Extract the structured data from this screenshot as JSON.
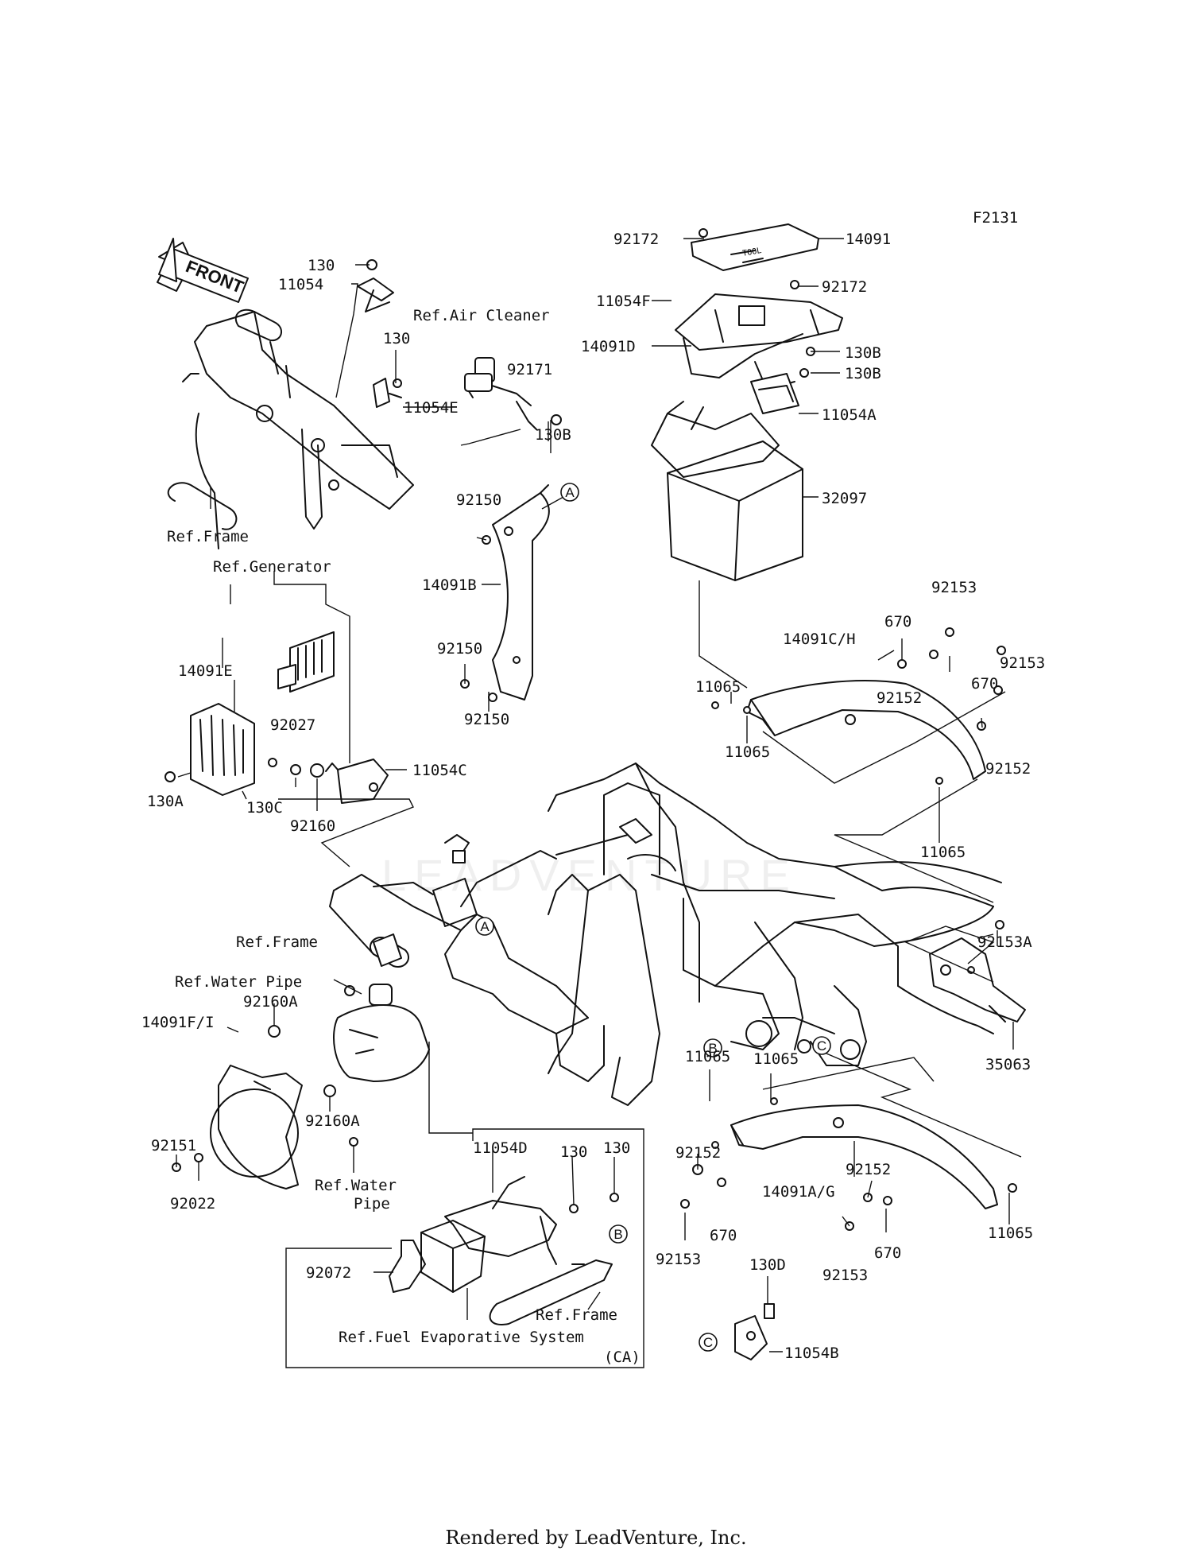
{
  "diagram_code": "F2131",
  "footer": "Rendered by LeadVenture, Inc.",
  "watermark": "LEADVENTURE",
  "front_label": "FRONT",
  "labels": [
    {
      "id": "l1",
      "text": "130"
    },
    {
      "id": "l2",
      "text": "11054"
    },
    {
      "id": "l3",
      "text": "130"
    },
    {
      "id": "l4",
      "text": "11054E"
    },
    {
      "id": "l5",
      "text": "Ref.Air Cleaner"
    },
    {
      "id": "l6",
      "text": "92171"
    },
    {
      "id": "l7",
      "text": "130B"
    },
    {
      "id": "l8",
      "text": "Ref.Frame"
    },
    {
      "id": "l9",
      "text": "92172"
    },
    {
      "id": "l10",
      "text": "14091"
    },
    {
      "id": "l11",
      "text": "11054F"
    },
    {
      "id": "l12",
      "text": "92172"
    },
    {
      "id": "l13",
      "text": "14091D"
    },
    {
      "id": "l14",
      "text": "130B"
    },
    {
      "id": "l15",
      "text": "130B"
    },
    {
      "id": "l16",
      "text": "11054A"
    },
    {
      "id": "l17",
      "text": "32097"
    },
    {
      "id": "l18",
      "text": "92150"
    },
    {
      "id": "l19",
      "text": "14091B"
    },
    {
      "id": "l20",
      "text": "92150"
    },
    {
      "id": "l21",
      "text": "92150"
    },
    {
      "id": "l22",
      "text": "Ref.Generator"
    },
    {
      "id": "l23",
      "text": "14091E"
    },
    {
      "id": "l24",
      "text": "92027"
    },
    {
      "id": "l25",
      "text": "11054C"
    },
    {
      "id": "l26",
      "text": "130A"
    },
    {
      "id": "l27",
      "text": "130C"
    },
    {
      "id": "l28",
      "text": "92160"
    },
    {
      "id": "l29",
      "text": "92153"
    },
    {
      "id": "l30",
      "text": "14091C/H"
    },
    {
      "id": "l31",
      "text": "670"
    },
    {
      "id": "l32",
      "text": "92153"
    },
    {
      "id": "l33",
      "text": "11065"
    },
    {
      "id": "l34",
      "text": "92152"
    },
    {
      "id": "l35",
      "text": "670"
    },
    {
      "id": "l36",
      "text": "11065"
    },
    {
      "id": "l37",
      "text": "92152"
    },
    {
      "id": "l38",
      "text": "11065"
    },
    {
      "id": "l39",
      "text": "Ref.Frame"
    },
    {
      "id": "l40",
      "text": "92153A"
    },
    {
      "id": "l41",
      "text": "Ref.Water Pipe"
    },
    {
      "id": "l42",
      "text": "92160A"
    },
    {
      "id": "l43",
      "text": "14091F/I"
    },
    {
      "id": "l44",
      "text": "35063"
    },
    {
      "id": "l45",
      "text": "11065"
    },
    {
      "id": "l46",
      "text": "11065"
    },
    {
      "id": "l47",
      "text": "92151"
    },
    {
      "id": "l48",
      "text": "92160A"
    },
    {
      "id": "l49",
      "text": "92022"
    },
    {
      "id": "l50",
      "text": "Ref.Water"
    },
    {
      "id": "l51",
      "text": "Pipe"
    },
    {
      "id": "l52",
      "text": "11054D"
    },
    {
      "id": "l53",
      "text": "130"
    },
    {
      "id": "l54",
      "text": "130"
    },
    {
      "id": "l55",
      "text": "92152"
    },
    {
      "id": "l56",
      "text": "14091A/G"
    },
    {
      "id": "l57",
      "text": "92152"
    },
    {
      "id": "l58",
      "text": "670"
    },
    {
      "id": "l59",
      "text": "11065"
    },
    {
      "id": "l60",
      "text": "92153"
    },
    {
      "id": "l61",
      "text": "92153"
    },
    {
      "id": "l62",
      "text": "670"
    },
    {
      "id": "l63",
      "text": "92072"
    },
    {
      "id": "l64",
      "text": "Ref.Frame"
    },
    {
      "id": "l65",
      "text": "130D"
    },
    {
      "id": "l66",
      "text": "Ref.Fuel Evaporative System"
    },
    {
      "id": "l67",
      "text": "(CA)"
    },
    {
      "id": "l68",
      "text": "11054B"
    }
  ],
  "callouts": [
    {
      "id": "cA1",
      "letter": "A"
    },
    {
      "id": "cA2",
      "letter": "A"
    },
    {
      "id": "cB1",
      "letter": "B"
    },
    {
      "id": "cB2",
      "letter": "B"
    },
    {
      "id": "cC1",
      "letter": "C"
    },
    {
      "id": "cC2",
      "letter": "C"
    }
  ]
}
